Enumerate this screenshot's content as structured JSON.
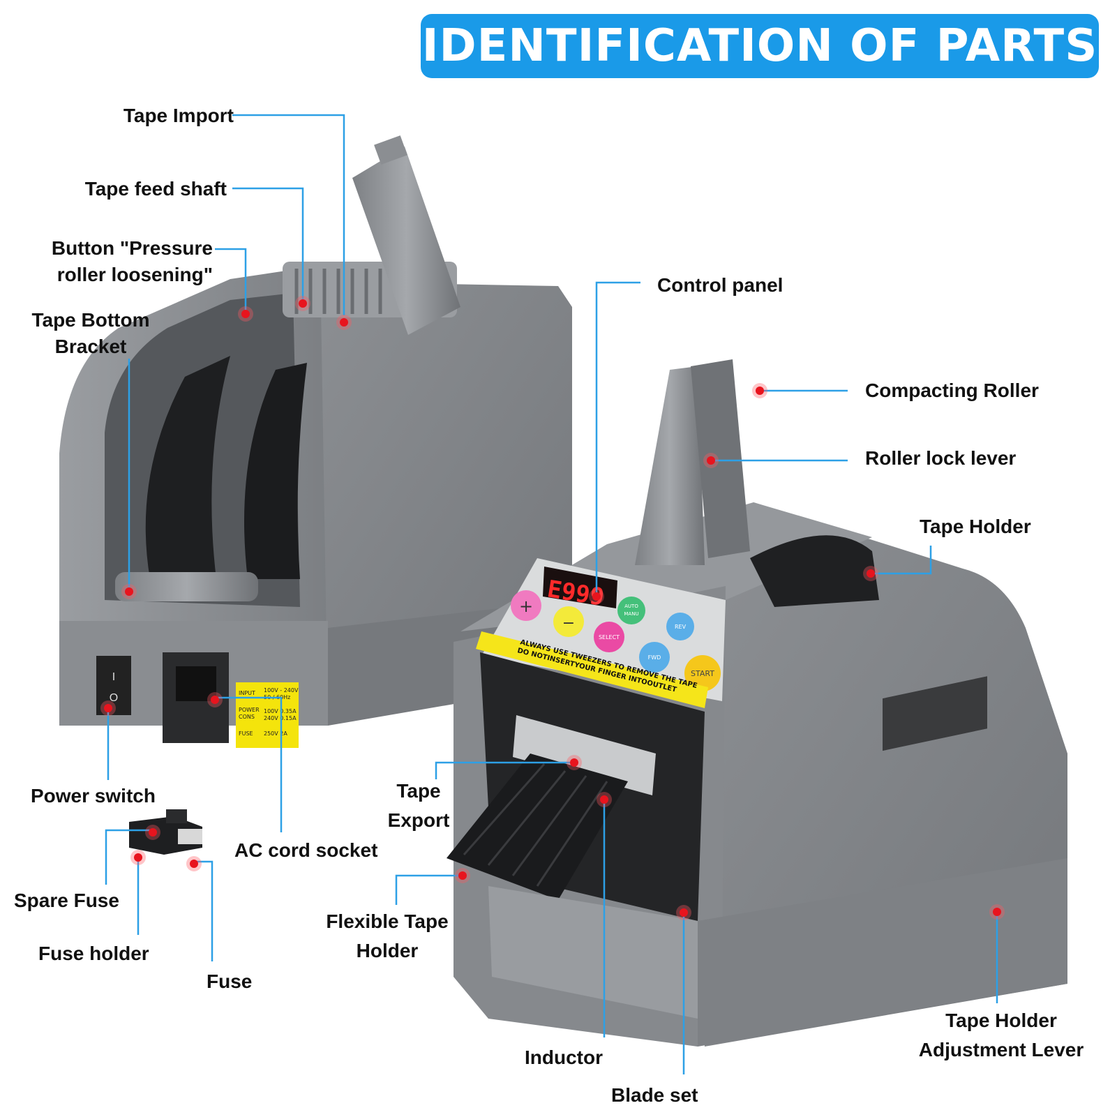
{
  "title": "IDENTIFICATION OF PARTS",
  "labels": {
    "tape_import": "Tape Import",
    "tape_feed_shaft": "Tape feed shaft",
    "button_pressure_line1": "Button \"Pressure",
    "button_pressure_line2": "roller loosening\"",
    "tape_bottom_line1": "Tape Bottom",
    "tape_bottom_line2": "Bracket",
    "power_switch": "Power switch",
    "ac_cord_socket": "AC cord socket",
    "spare_fuse": "Spare Fuse",
    "fuse_holder": "Fuse holder",
    "fuse": "Fuse",
    "control_panel": "Control panel",
    "compacting_roller": "Compacting Roller",
    "roller_lock_lever": "Roller lock lever",
    "tape_holder": "Tape Holder",
    "tape_export_line1": "Tape",
    "tape_export_line2": "Export",
    "flexible_line1": "Flexible Tape",
    "flexible_line2": "Holder",
    "inductor": "Inductor",
    "blade_set": "Blade set",
    "adjust_line1": "Tape Holder",
    "adjust_line2": "Adjustment Lever"
  },
  "device": {
    "display": "E999",
    "btn_plus": "+",
    "btn_minus": "−",
    "btn_auto": "AUTO",
    "btn_manu": "MANU",
    "btn_select": "SELECT",
    "btn_rev": "REV",
    "btn_fwd": "FWD",
    "btn_start": "START",
    "warning_line1": "ALWAYS USE TWEEZERS TO REMOVE THE TAPE",
    "warning_line2": "DO NOTINSERTYOUR FINGER INTOOUTLET",
    "switch_on": "I",
    "switch_off": "O",
    "spec_input": "INPUT",
    "spec_input_val1": "100V - 240V",
    "spec_input_val2": "50 / 60Hz",
    "spec_power": "POWER",
    "spec_cons": "CONS",
    "spec_power_val1": "100V 0.35A",
    "spec_power_val2": "240V 0.15A",
    "spec_fuse": "FUSE",
    "spec_fuse_val": "250V 2A"
  },
  "colors": {
    "banner": "#1a9ae8",
    "leader_line": "#2da0e6",
    "marker": "#e8141e",
    "housing": "#8c8f93",
    "display_digits": "#ff2a2a"
  }
}
